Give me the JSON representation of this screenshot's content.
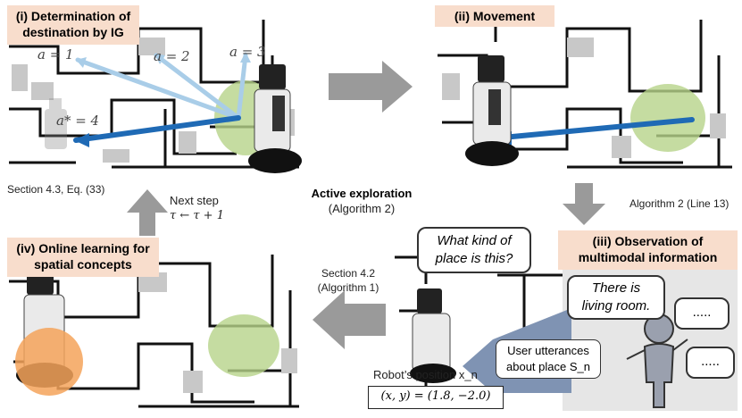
{
  "panels": {
    "p1": {
      "title": "(i) Determination of destination by IG",
      "labels": {
        "a1": "a = 1",
        "a2": "a = 2",
        "a3": "a = 3",
        "astar": "a* = 4"
      },
      "caption": "Section 4.3, Eq. (33)"
    },
    "p2": {
      "title": "(ii) Movement",
      "caption": "Algorithm 2 (Line 13)"
    },
    "p3": {
      "title": "(iii) Observation of multimodal information",
      "bubble_robot": "What kind of place is this?",
      "bubble_user": "There is living room.",
      "bubble_dots1": ".....",
      "bubble_dots2": ".....",
      "utterance_box": "User utterances about place S_n",
      "robot_position_label": "Robot’s position x_n",
      "robot_position_value": "(x, y) = (1.8, −2.0)",
      "caption": "Section 4.2 (Algorithm 1)"
    },
    "p4": {
      "title": "(iv) Online learning for spatial concepts",
      "caption_line1": "Next step",
      "caption_line2": "τ ← τ + 1"
    }
  },
  "center": {
    "line1": "Active exploration",
    "line2": "(Algorithm 2)"
  },
  "colors": {
    "label_bg": "#f8ddcc",
    "arrow_gray": "#9a9a9a",
    "ellipse_green": "#b7d38a",
    "arrow_blue": "#1f6ab5",
    "arrow_lightblue": "#a9cde8",
    "user_box": "#7f93b3",
    "orange_blob": "#f4a35a",
    "user_panel_bg": "#e6e6e6"
  }
}
